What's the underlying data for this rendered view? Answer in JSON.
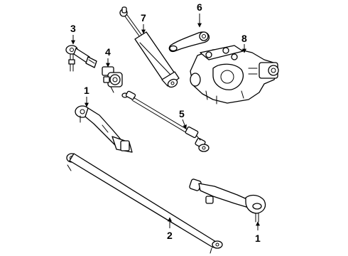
{
  "callouts": {
    "c1_upper": "1",
    "c1_lower": "1",
    "c2": "2",
    "c3": "3",
    "c4": "4",
    "c5": "5",
    "c6": "6",
    "c7": "7",
    "c8": "8"
  }
}
